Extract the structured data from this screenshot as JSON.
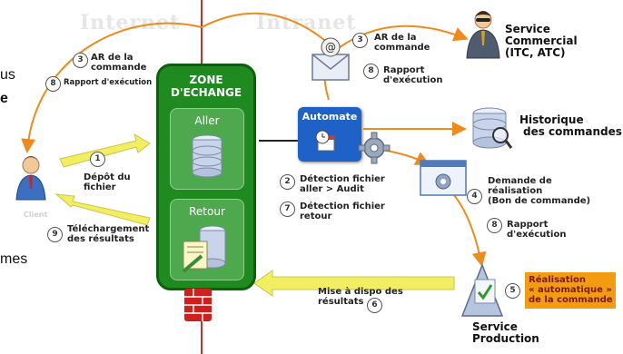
{
  "watermark": {
    "internet": "Internet",
    "intranet": "Intranet",
    "client": "Client"
  },
  "edge_text": {
    "top_fragment": "us",
    "bold_fragment": "e",
    "bottom_fragment": "mes"
  },
  "zone": {
    "title_line1": "ZONE",
    "title_line2": "D'ECHANGE",
    "aller": "Aller",
    "retour": "Retour"
  },
  "automate": "Automate",
  "steps": {
    "s1": {
      "num": "1",
      "line1": "Dépôt du",
      "line2": "fichier"
    },
    "s2": {
      "num": "2",
      "line1": "Détection fichier",
      "line2": "aller  > Audit"
    },
    "s3a": {
      "num": "3",
      "line1": "AR de la",
      "line2": "commande"
    },
    "s3b": {
      "num": "3",
      "line1": "AR de la",
      "line2": "commande"
    },
    "s4": {
      "num": "4",
      "line1": "Demande de",
      "line2": "réalisation",
      "line3": "(Bon de commande)"
    },
    "s5": {
      "num": "5",
      "line1": "Réalisation",
      "line2": "« automatique »",
      "line3": "de la commande"
    },
    "s6": {
      "num": "6",
      "line1": "Mise à dispo des",
      "line2": "résultats"
    },
    "s7": {
      "num": "7",
      "line1": "Détection fichier",
      "line2": "retour"
    },
    "s8a": {
      "num": "8",
      "text": "Rapport d'exécution"
    },
    "s8b": {
      "num": "8",
      "line1": "Rapport",
      "line2": "d'exécution"
    },
    "s8c": {
      "num": "8",
      "line1": "Rapport",
      "line2": "d'exécution"
    },
    "s9": {
      "num": "9",
      "line1": "Téléchargement",
      "line2": "des résultats"
    }
  },
  "actors": {
    "service_commercial": {
      "line1": "Service",
      "line2": "Commercial",
      "line3": "(ITC, ATC)"
    },
    "historique": {
      "line1": "Historique",
      "line2": "des commandes"
    },
    "service_production": {
      "line1": "Service",
      "line2": "Production"
    }
  },
  "colors": {
    "zone_green": "#1f8a1f",
    "zone_border": "#0e5e0e",
    "automate_blue": "#1e62c8",
    "orange_highlight": "#f39c12",
    "arrow_yellow": "#f1ee62",
    "arrow_orange": "#f08a1a",
    "firewall_red": "#d0201d"
  }
}
